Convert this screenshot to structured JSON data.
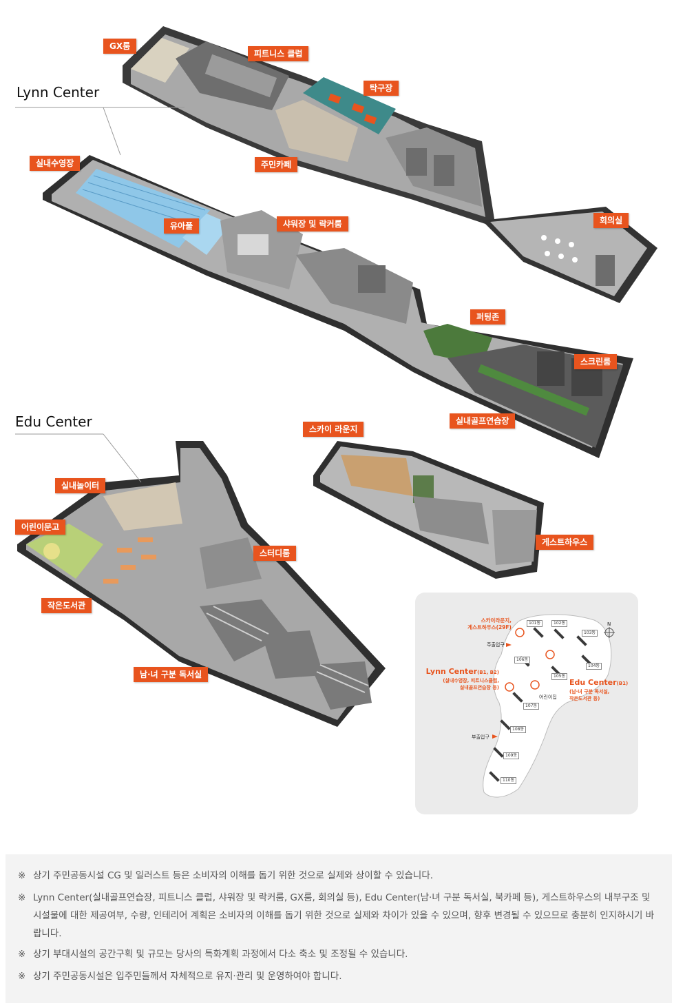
{
  "sections": {
    "lynn_title": "Lynn Center",
    "edu_title": "Edu Center"
  },
  "lynn_rooms": {
    "gx": "GX룸",
    "fitness": "피트니스 클럽",
    "pingpong": "탁구장",
    "cafe": "주민카페",
    "pool": "실내수영장",
    "kids_pool": "유아풀",
    "shower": "샤워장 및 락커룸",
    "meeting": "회의실",
    "putting": "퍼팅존",
    "screen": "스크린룸",
    "golf": "실내골프연습장"
  },
  "sky_rooms": {
    "lounge": "스카이 라운지",
    "guesthouse": "게스트하우스"
  },
  "edu_rooms": {
    "playroom": "실내놀이터",
    "kids_library": "어린이문고",
    "small_library": "작은도서관",
    "study": "스터디룸",
    "reading": "남·녀 구분 독서실"
  },
  "site_map": {
    "sky_label_1": "스카이라운지,",
    "sky_label_2": "게스트하우스(29F)",
    "main_gate": "주출입구",
    "sub_gate": "부출입구",
    "lynn_main": "Lynn Center",
    "lynn_floor": "(B1, B2)",
    "lynn_desc_1": "(실내수영장, 피트니스클럽,",
    "lynn_desc_2": "실내골프연습장 등)",
    "edu_main": "Edu Center",
    "edu_floor": "(B1)",
    "edu_desc_1": "(남·녀 구분 독서실,",
    "edu_desc_2": "작은도서관 등)",
    "daycare": "어린이집",
    "north": "N",
    "buildings": [
      "101동",
      "102동",
      "103동",
      "104동",
      "105동",
      "106동",
      "107동",
      "108동",
      "109동",
      "110동"
    ]
  },
  "notes": [
    "상기 주민공동시설 CG 및 일러스트 등은 소비자의 이해를 돕기 위한 것으로 실제와 상이할 수 있습니다.",
    "Lynn Center(실내골프연습장, 피트니스 클럽, 샤워장 및 락커룸, GX룸, 회의실 등), Edu Center(남·녀 구분 독서실, 북카페 등), 게스트하우스의 내부구조 및 시설물에 대한 제공여부, 수량, 인테리어 계획은 소비자의 이해를 돕기 위한 것으로 실제와 차이가 있을 수 있으며, 향후 변경될 수 있으므로 충분히 인지하시기 바랍니다.",
    "상기 부대시설의 공간구획 및 규모는 당사의 특화계획 과정에서 다소 축소 및 조정될 수 있습니다.",
    "상기 주민공동시설은 입주민들께서 자체적으로 유지·관리 및 운영하여야 합니다."
  ],
  "note_mark": "※",
  "colors": {
    "accent": "#e8541e",
    "wall": "#2b2b2b",
    "floor": "#9a9a9a",
    "pool": "#8fc7e8"
  }
}
